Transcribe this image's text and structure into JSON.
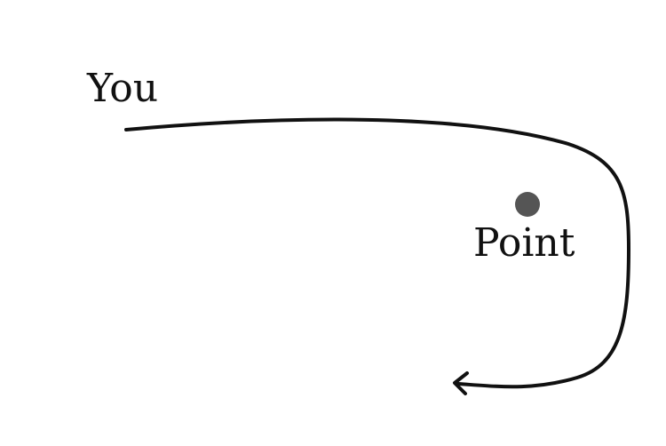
{
  "labels": {
    "start": "You",
    "target": "Point"
  },
  "colors": {
    "background": "#ffffff",
    "stroke": "#111111",
    "point_fill": "#555555"
  },
  "icons": {
    "path": "curved-arrow-path",
    "arrowhead": "arrowhead-left-icon",
    "target": "point-dot-icon"
  }
}
